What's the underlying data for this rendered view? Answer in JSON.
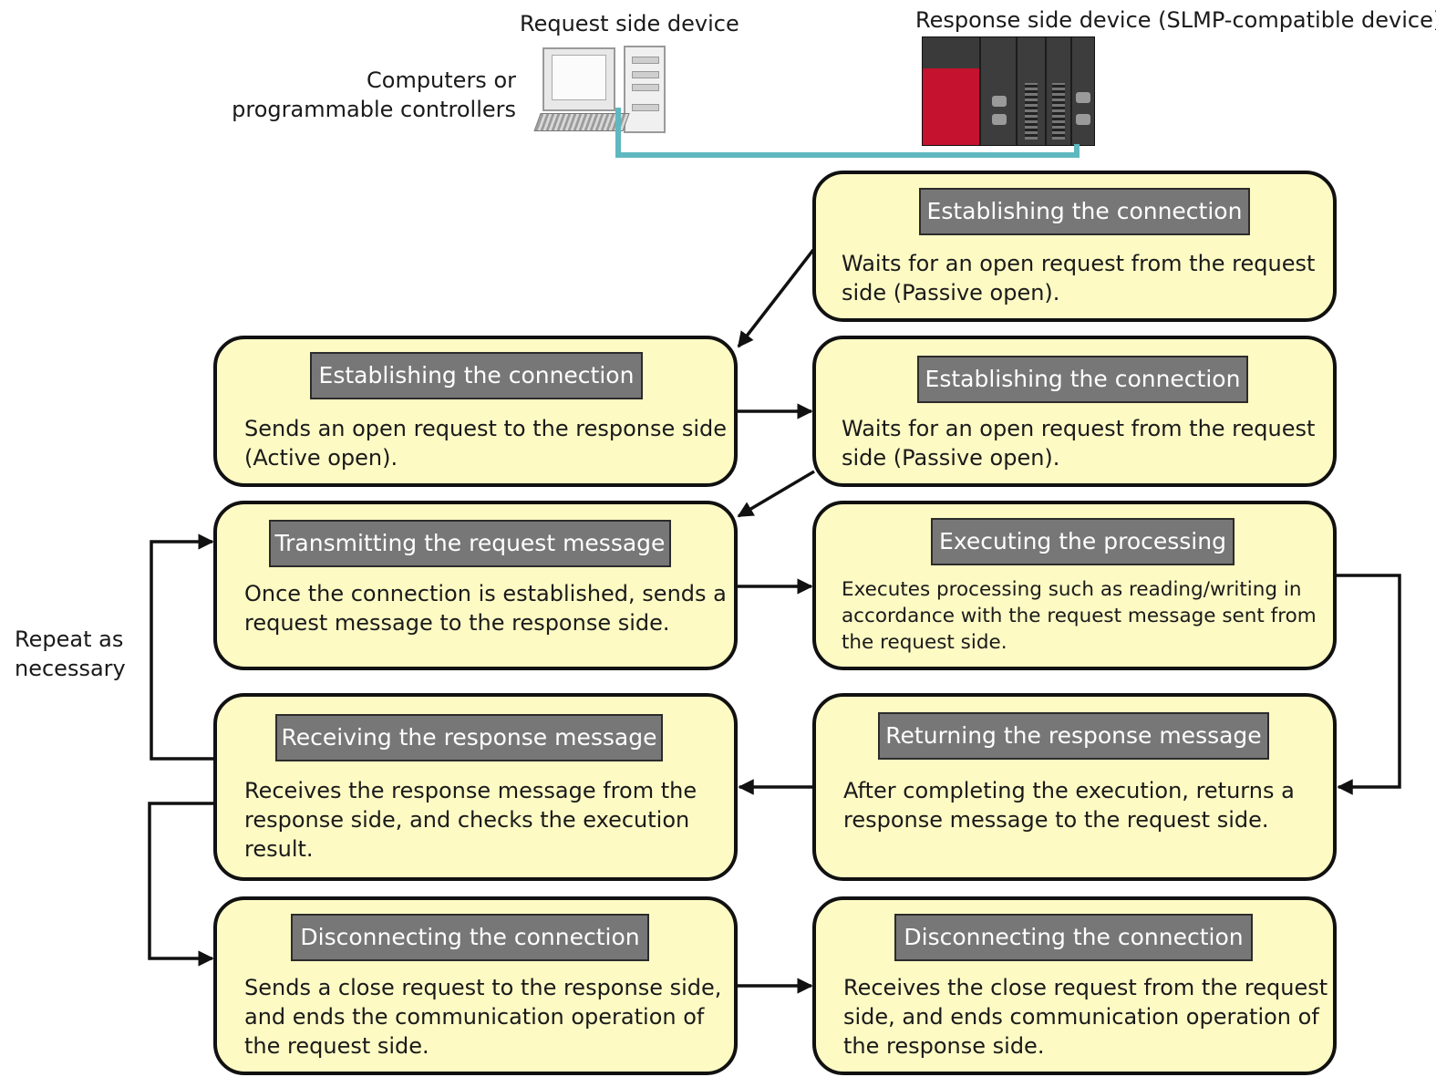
{
  "header": {
    "request_device_label": "Request side device",
    "request_device_desc": [
      "Computers or",
      "programmable controllers"
    ],
    "response_device_label": "Response side device (SLMP-compatible device)"
  },
  "repeat_label": [
    "Repeat as",
    "necessary"
  ],
  "colors": {
    "box_fill": "#fdfac4",
    "title_fill": "#777777",
    "cable": "#5fb8bf"
  },
  "request_side": {
    "establish": {
      "title": "Establishing the connection",
      "desc": [
        "Sends an open request to the response side",
        "(Active open)."
      ]
    },
    "transmit": {
      "title": "Transmitting the request message",
      "desc": [
        "Once the connection is established, sends a",
        "request message to the response side."
      ]
    },
    "receive": {
      "title": "Receiving the response message",
      "desc": [
        "Receives the response message from the",
        "response side, and checks the execution",
        "result."
      ]
    },
    "disconnect": {
      "title": "Disconnecting the connection",
      "desc": [
        "Sends a close request to the response side,",
        "and ends the communication operation of",
        "the request side."
      ]
    }
  },
  "response_side": {
    "establish_1": {
      "title": "Establishing the connection",
      "desc": [
        "Waits for an open request from the request",
        "side (Passive open)."
      ]
    },
    "establish_2": {
      "title": "Establishing the connection",
      "desc": [
        "Waits for an open request from the request",
        "side (Passive open)."
      ]
    },
    "execute": {
      "title": "Executing the processing",
      "desc": [
        "Executes processing such as reading/writing in",
        "accordance with the request message sent from",
        "the request side."
      ]
    },
    "return": {
      "title": "Returning the response message",
      "desc": [
        "After completing the execution, returns a",
        "response message to the request side."
      ]
    },
    "disconnect": {
      "title": "Disconnecting the connection",
      "desc": [
        "Receives the close request from the request",
        "side, and ends communication operation of",
        "the response side."
      ]
    }
  }
}
